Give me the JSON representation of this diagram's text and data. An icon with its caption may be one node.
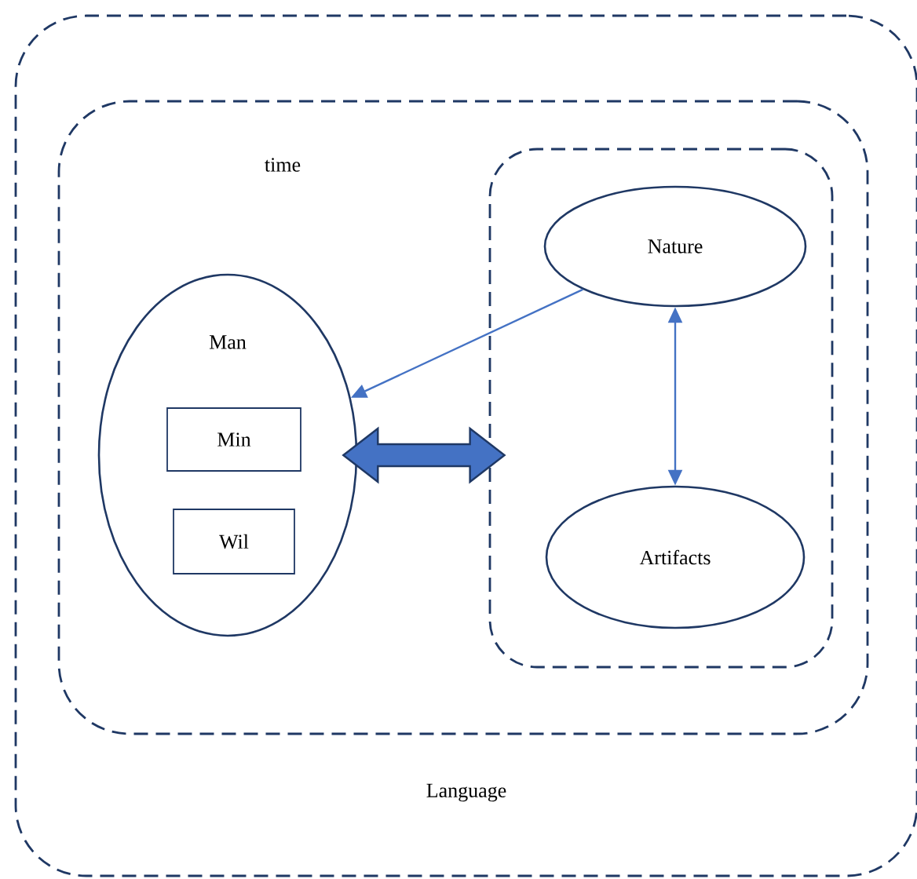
{
  "diagram": {
    "nodes": [
      {
        "text": [
          "Language"
        ]
      },
      {
        "text": [
          "time"
        ],
        "in": 0
      },
      {
        "text": [],
        "shape": "box",
        "in": 1
      },
      {
        "text": [
          "Man"
        ],
        "in": 1
      },
      {
        "text": [
          "Min"
        ],
        "in": 3
      },
      {
        "text": [
          "Wil"
        ],
        "in": 3
      },
      {
        "text": [
          "Nature"
        ],
        "in": 2
      },
      {
        "text": [
          "Artifacts"
        ],
        "in": 2
      }
    ],
    "edges": [
      {
        "from": 6,
        "to": 3,
        "arrow": "to"
      },
      {
        "from": 3,
        "to": 2,
        "arrow": "both",
        "style": "thick"
      },
      {
        "from": 6,
        "to": 7,
        "arrow": "both"
      }
    ]
  }
}
